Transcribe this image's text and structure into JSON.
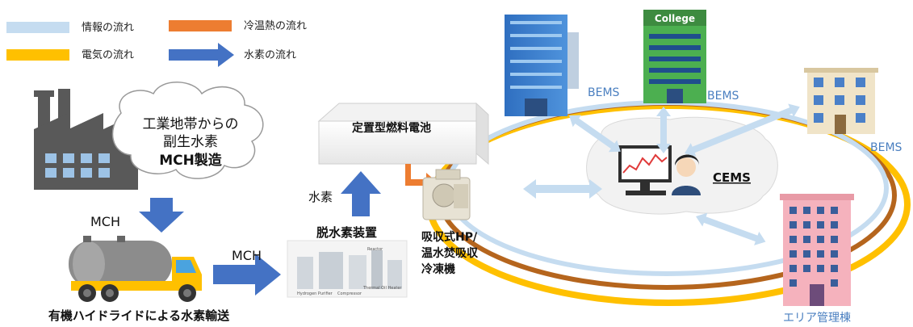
{
  "legend": {
    "items": [
      {
        "label": "情報の流れ",
        "color": "#c5dcf0"
      },
      {
        "label": "冷温熱の流れ",
        "color": "#ed7d31"
      },
      {
        "label": "電気の流れ",
        "color": "#ffc000"
      },
      {
        "label": "水素の流れ",
        "color": "#4472c4"
      }
    ]
  },
  "factory": {
    "line1": "工業地帯からの",
    "line2": "副生水素",
    "line3": "MCH製造"
  },
  "labels": {
    "mch_down": "MCH",
    "mch_right": "MCH",
    "hydrogen": "水素",
    "transport": "有機ハイドライドによる水素輸送",
    "dehydrogenation": "脱水素装置",
    "fuel_cell": "定置型燃料電池",
    "absorption_line1": "吸収式HP/",
    "absorption_line2": "温水焚吸収",
    "absorption_line3": "冷凍機",
    "cems": "CEMS",
    "bems1": "BEMS",
    "bems2": "BEMS",
    "bems3": "BEMS",
    "area_building": "エリア管理棟",
    "college_sign": "College"
  },
  "plant_labels": {
    "reactor": "Reactor",
    "hydrogen_purifier": "Hydrogen Purifier",
    "thermal_oil_heater": "Thermal Oil Heater",
    "compressor": "Compressor"
  },
  "colors": {
    "info": "#c5dcf0",
    "heat": "#b5651d",
    "heat_arrow": "#ed7d31",
    "electric": "#ffc000",
    "hydrogen": "#4472c4",
    "bems_text": "#4a7fc0"
  }
}
